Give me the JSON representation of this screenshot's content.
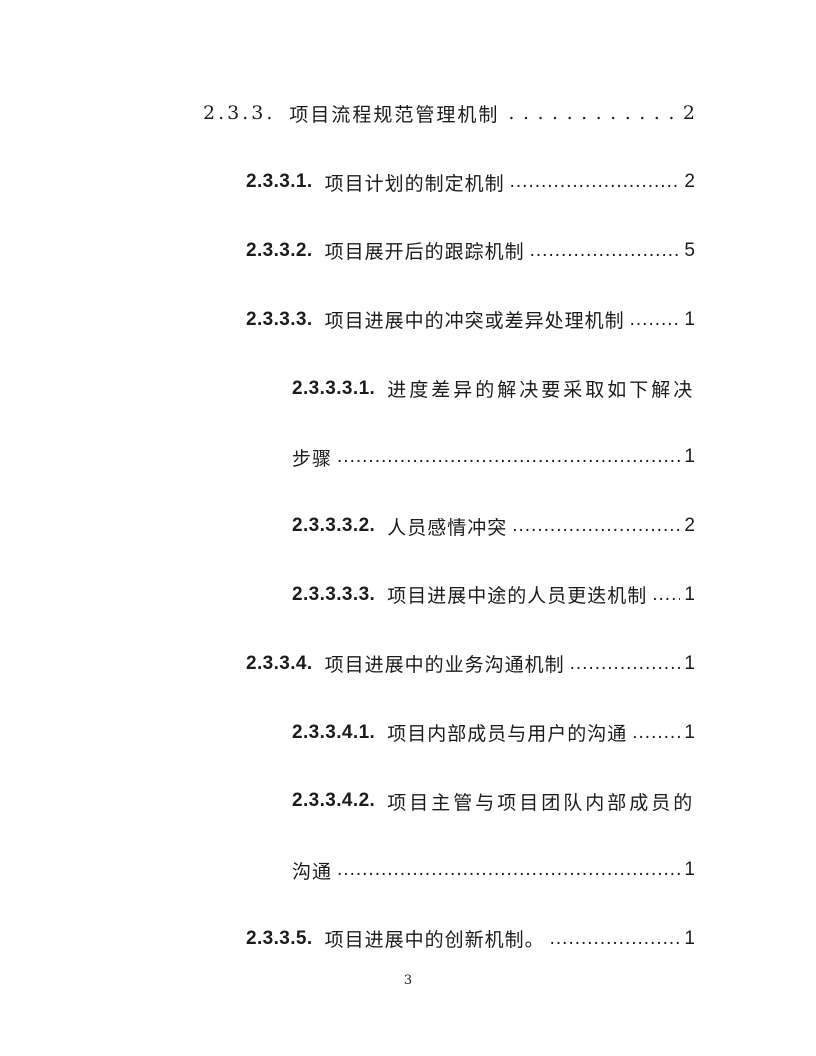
{
  "document": {
    "footer_page_number": "3",
    "background_color": "#ffffff",
    "text_color": "#1c1c1c"
  },
  "toc": {
    "leader_dots": ".......................................................................................................................................................",
    "entries": [
      {
        "num": "2.3.3.",
        "title": "项目流程规范管理机制",
        "page": "2"
      },
      {
        "num": "2.3.3.1.",
        "title": "项目计划的制定机制",
        "page": "2"
      },
      {
        "num": "2.3.3.2.",
        "title": "项目展开后的跟踪机制",
        "page": "5"
      },
      {
        "num": "2.3.3.3.",
        "title": "项目进展中的冲突或差异处理机制",
        "page": "1"
      },
      {
        "num": "2.3.3.3.1.",
        "title": "进度差异的解决要采取如下解决"
      },
      {
        "title": "步骤",
        "page": "1"
      },
      {
        "num": "2.3.3.3.2.",
        "title": "人员感情冲突",
        "page": "2"
      },
      {
        "num": "2.3.3.3.3.",
        "title": "项目进展中途的人员更迭机制",
        "page": "1"
      },
      {
        "num": "2.3.3.4.",
        "title": "项目进展中的业务沟通机制",
        "page": "1"
      },
      {
        "num": "2.3.3.4.1.",
        "title": "项目内部成员与用户的沟通",
        "page": "1"
      },
      {
        "num": "2.3.3.4.2.",
        "title": "项目主管与项目团队内部成员的"
      },
      {
        "title": "沟通",
        "page": "1"
      },
      {
        "num": "2.3.3.5.",
        "title": "项目进展中的创新机制。",
        "page": "1"
      }
    ]
  }
}
